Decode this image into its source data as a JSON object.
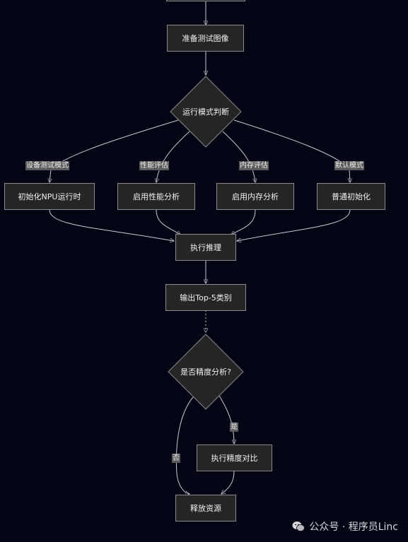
{
  "diagram": {
    "nodes": {
      "prepare_image": "准备测试图像",
      "mode_decision": "运行模式判断",
      "init_npu": "初始化NPU运行时",
      "enable_perf": "启用性能分析",
      "enable_mem": "启用内存分析",
      "normal_init": "普通初始化",
      "run_inference": "执行推理",
      "output_top5": "输出Top-5类别",
      "precision_check": "是否精度分析?",
      "precision_compare": "执行精度对比",
      "release": "释放资源"
    },
    "edge_labels": {
      "device_test": "设备测试模式",
      "perf_eval": "性能评估",
      "mem_eval": "内存评估",
      "default_mode": "默认模式",
      "yes": "是",
      "no": "否"
    }
  },
  "watermark": {
    "text": "公众号 · 程序员Linc",
    "icon": "wechat-icon"
  },
  "colors": {
    "background": "#030515",
    "node_fill": "#242524",
    "node_border": "#8a8a8a",
    "edge": "#c9c9cf",
    "label_bg": "#5a5a5a"
  }
}
